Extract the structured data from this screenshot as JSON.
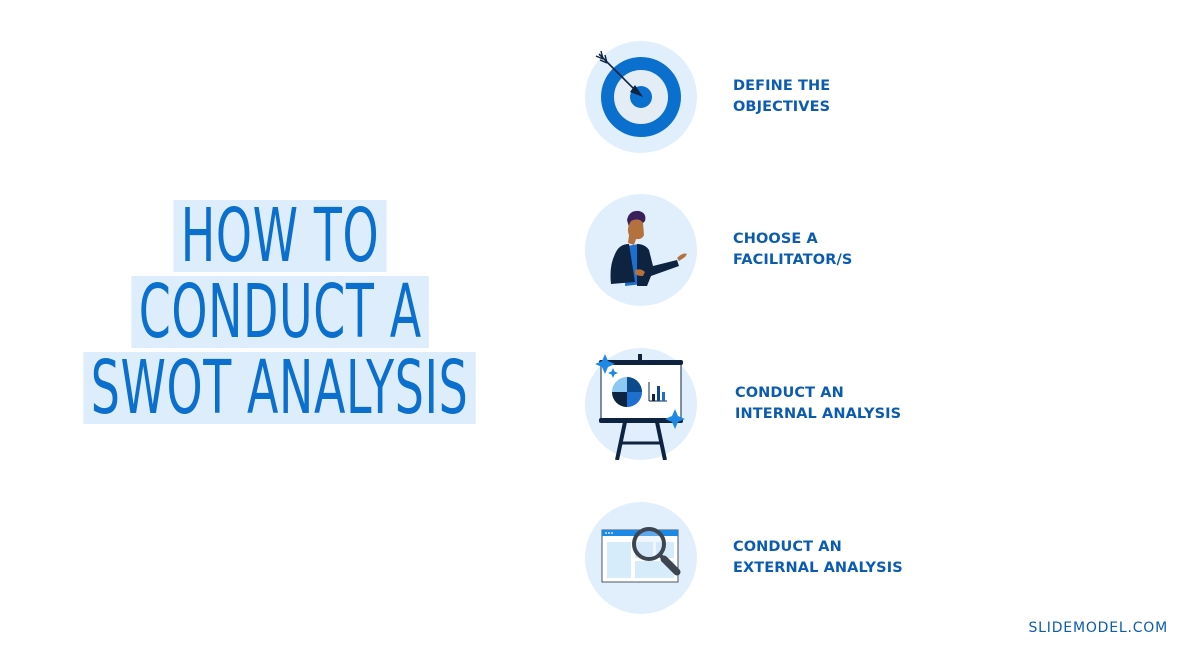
{
  "title": {
    "lines": [
      "HOW TO",
      "CONDUCT A",
      "SWOT ANALYSIS"
    ]
  },
  "steps": [
    {
      "icon": "target-arrow-icon",
      "lines": [
        "DEFINE THE",
        "OBJECTIVES"
      ]
    },
    {
      "icon": "presenter-person-icon",
      "lines": [
        "CHOOSE A",
        "FACILITATOR/S"
      ]
    },
    {
      "icon": "presentation-board-chart-icon",
      "lines": [
        "CONDUCT AN",
        "INTERNAL ANALYSIS"
      ]
    },
    {
      "icon": "magnifier-browser-icon",
      "lines": [
        "CONDUCT AN",
        "EXTERNAL ANALYSIS"
      ]
    }
  ],
  "brand": "SLIDEMODEL.COM",
  "colors": {
    "primary_blue": "#0a6fcd",
    "label_blue": "#0b5cb0",
    "highlight_bg": "#deedfc",
    "circle_bg": "#e1effd",
    "navy": "#0d2340"
  }
}
